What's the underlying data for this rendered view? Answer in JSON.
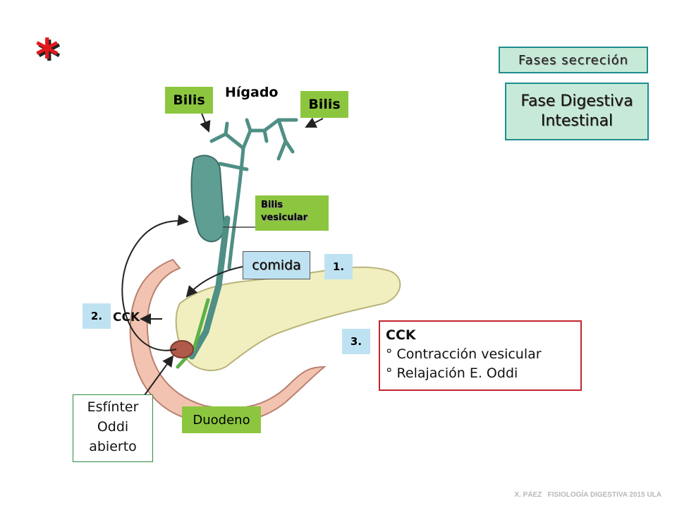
{
  "marker": "*",
  "phases_label": "Fases secreción",
  "phase_title": "Fase Digestiva Intestinal",
  "liver_label": "Hígado",
  "bile_left": "Bilis",
  "bile_right": "Bilis",
  "gallbladder_bile_line1": "Bilis",
  "gallbladder_bile_line2": "vesicular",
  "food_label": "comida",
  "step1": "1.",
  "step2": "2.",
  "step3": "3.",
  "cck_arrow_label": "CCK",
  "cck_box": {
    "title": "CCK",
    "line1": "° Contracción vesicular",
    "line2": "° Relajación  E. Oddi"
  },
  "sphincter_line1": "Esfínter",
  "sphincter_line2": "Oddi",
  "sphincter_line3": "abierto",
  "duodenum_label": "Duodeno",
  "footer": "X. PÁEZ   FISIOLOGÍA DIGESTIVA 2015 ULA",
  "colors": {
    "green_label": "#8cc63f",
    "blue_label": "#bfe2f2",
    "phase_box_bg": "#c6ead7",
    "phase_box_border": "#1f8c8f",
    "cck_border": "#c0272d",
    "marker_red": "#e3181b"
  }
}
